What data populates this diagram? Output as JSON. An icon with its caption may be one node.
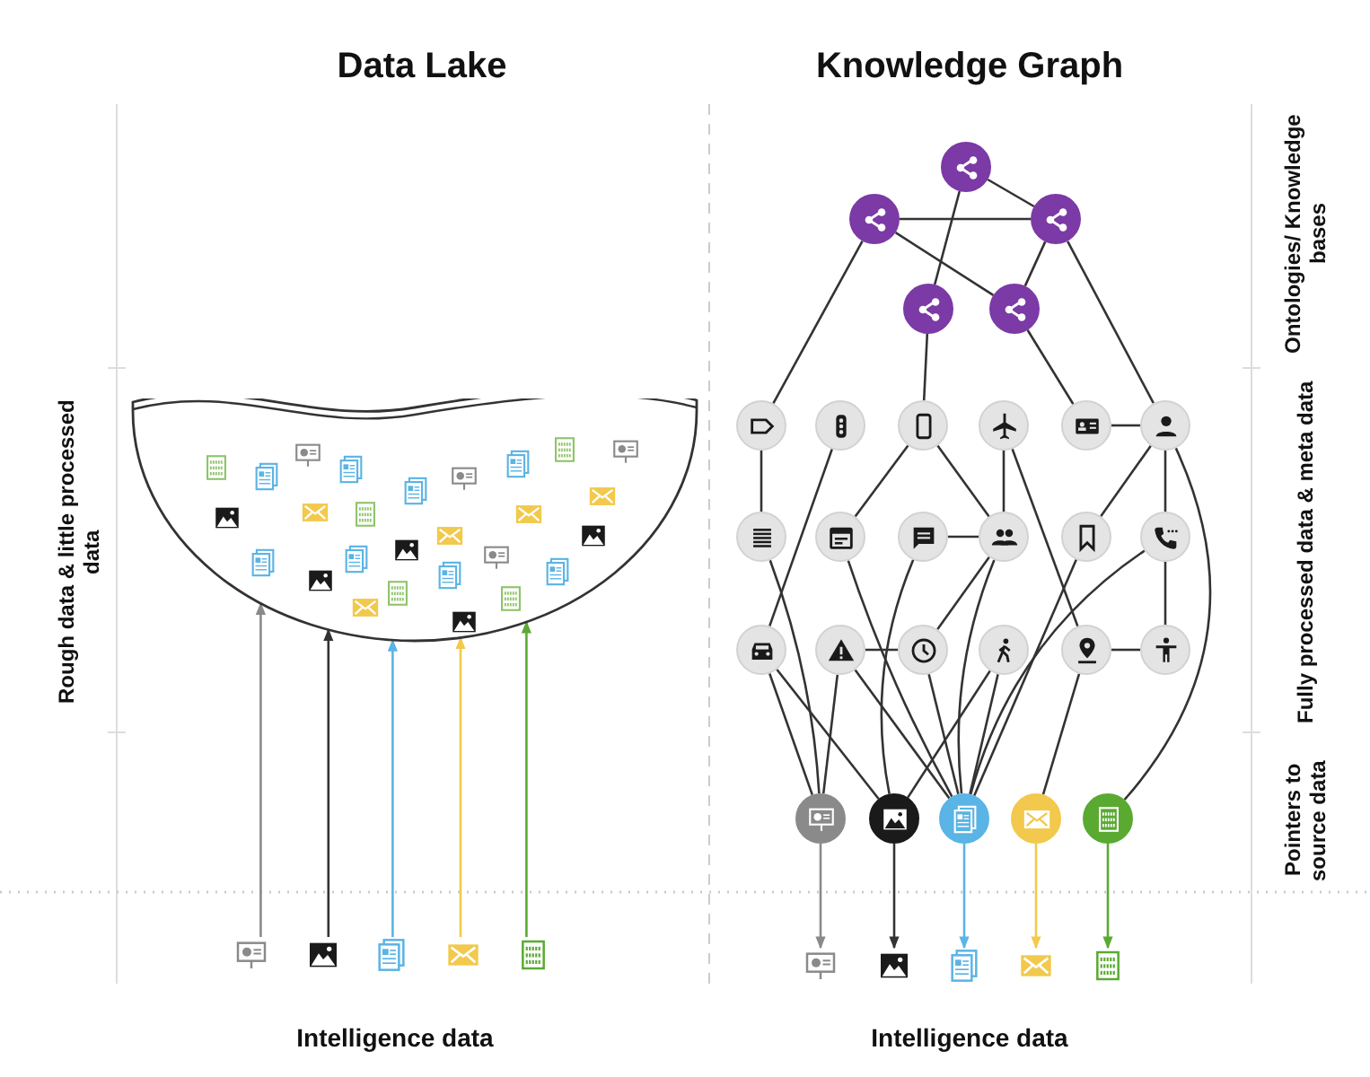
{
  "diagram": {
    "nodes": [
      {
        "text": [],
        "shape": "picture"
      },
      {
        "text": [],
        "shape": "picture"
      },
      {
        "text": [],
        "shape": "picture"
      },
      {
        "text": [],
        "shape": "picture"
      },
      {
        "text": [],
        "shape": "picture"
      },
      {
        "text": [],
        "shape": "picture"
      },
      {
        "text": [],
        "shape": "circle"
      },
      {
        "text": [],
        "shape": "circle"
      },
      {
        "text": [],
        "shape": "circle"
      },
      {
        "text": [],
        "shape": "circle"
      },
      {
        "text": [],
        "shape": "circle"
      },
      {
        "text": [],
        "shape": "circle"
      },
      {
        "text": [],
        "shape": "circle"
      },
      {
        "text": [],
        "shape": "circle"
      },
      {
        "text": [],
        "shape": "circle"
      },
      {
        "text": [],
        "shape": "circle"
      },
      {
        "text": [],
        "shape": "circle"
      },
      {
        "text": [],
        "shape": "circle"
      },
      {
        "text": [],
        "shape": "circle"
      },
      {
        "text": [],
        "shape": "circle"
      },
      {
        "text": [],
        "shape": "circle"
      },
      {
        "text": [],
        "shape": "circle"
      },
      {
        "text": [],
        "shape": "circle"
      },
      {
        "text": [],
        "shape": "circle"
      },
      {
        "text": [],
        "shape": "circle"
      },
      {
        "text": [],
        "shape": "circle"
      },
      {
        "text": [],
        "shape": "circle"
      },
      {
        "text": [],
        "shape": "circle"
      },
      {
        "text": [],
        "shape": "circle"
      },
      {
        "text": [],
        "shape": "circle"
      },
      {
        "text": [],
        "shape": "circle"
      },
      {
        "text": [],
        "shape": "circle"
      },
      {
        "text": [],
        "shape": "circle"
      },
      {
        "text": [],
        "shape": "circle"
      },
      {
        "text": [],
        "shape": "picture"
      },
      {
        "text": [],
        "shape": "picture"
      },
      {
        "text": [],
        "shape": "picture"
      },
      {
        "text": [],
        "shape": "picture"
      },
      {
        "text": [],
        "shape": "picture"
      }
    ],
    "edges": [
      {
        "from": 1,
        "to": 0,
        "arrow": "to",
        "color": "#8a8a8a"
      },
      {
        "from": 2,
        "to": 0,
        "arrow": "to"
      },
      {
        "from": 3,
        "to": 0,
        "arrow": "to",
        "color": "#5ab4e5"
      },
      {
        "from": 4,
        "to": 0,
        "arrow": "to",
        "color": "#f2c94c"
      },
      {
        "from": 5,
        "to": 0,
        "arrow": "to",
        "color": "#5aaa32"
      },
      {
        "from": 6,
        "to": 8,
        "arrow": "none"
      },
      {
        "from": 6,
        "to": 9,
        "arrow": "none"
      },
      {
        "from": 7,
        "to": 8,
        "arrow": "none"
      },
      {
        "from": 7,
        "to": 10,
        "arrow": "none"
      },
      {
        "from": 8,
        "to": 10,
        "arrow": "none"
      },
      {
        "from": 7,
        "to": 11,
        "arrow": "none"
      },
      {
        "from": 9,
        "to": 13,
        "arrow": "none"
      },
      {
        "from": 10,
        "to": 15,
        "arrow": "none"
      },
      {
        "from": 8,
        "to": 16,
        "arrow": "none"
      },
      {
        "from": 15,
        "to": 16,
        "arrow": "none"
      },
      {
        "from": 11,
        "to": 17,
        "arrow": "none"
      },
      {
        "from": 12,
        "to": 23,
        "arrow": "none"
      },
      {
        "from": 13,
        "to": 18,
        "arrow": "none"
      },
      {
        "from": 13,
        "to": 20,
        "arrow": "none"
      },
      {
        "from": 14,
        "to": 20,
        "arrow": "none"
      },
      {
        "from": 14,
        "to": 27,
        "arrow": "none"
      },
      {
        "from": 16,
        "to": 21,
        "arrow": "none"
      },
      {
        "from": 16,
        "to": 22,
        "arrow": "none"
      },
      {
        "from": 16,
        "to": 33,
        "arrow": "none"
      },
      {
        "from": 17,
        "to": 29,
        "arrow": "none"
      },
      {
        "from": 18,
        "to": 31,
        "arrow": "none"
      },
      {
        "from": 19,
        "to": 20,
        "arrow": "none"
      },
      {
        "from": 19,
        "to": 30,
        "arrow": "none"
      },
      {
        "from": 20,
        "to": 25,
        "arrow": "none"
      },
      {
        "from": 20,
        "to": 31,
        "arrow": "none"
      },
      {
        "from": 21,
        "to": 31,
        "arrow": "none"
      },
      {
        "from": 22,
        "to": 28,
        "arrow": "none"
      },
      {
        "from": 22,
        "to": 31,
        "arrow": "none"
      },
      {
        "from": 23,
        "to": 29,
        "arrow": "none"
      },
      {
        "from": 23,
        "to": 30,
        "arrow": "none"
      },
      {
        "from": 24,
        "to": 29,
        "arrow": "none"
      },
      {
        "from": 24,
        "to": 25,
        "arrow": "none"
      },
      {
        "from": 24,
        "to": 31,
        "arrow": "none"
      },
      {
        "from": 25,
        "to": 31,
        "arrow": "none"
      },
      {
        "from": 26,
        "to": 30,
        "arrow": "none"
      },
      {
        "from": 26,
        "to": 31,
        "arrow": "none"
      },
      {
        "from": 27,
        "to": 32,
        "arrow": "none"
      },
      {
        "from": 27,
        "to": 28,
        "arrow": "none"
      },
      {
        "from": 29,
        "to": 34,
        "arrow": "to",
        "color": "#8a8a8a"
      },
      {
        "from": 30,
        "to": 35,
        "arrow": "to"
      },
      {
        "from": 31,
        "to": 36,
        "arrow": "to",
        "color": "#5ab4e5"
      },
      {
        "from": 32,
        "to": 37,
        "arrow": "to",
        "color": "#f2c94c"
      },
      {
        "from": 33,
        "to": 38,
        "arrow": "to",
        "color": "#5aaa32"
      }
    ],
    "labels": [
      "Data Lake",
      "Knowledge Graph",
      "Ontologies/ Knowledge bases",
      "Rough data & little processed data",
      "Fully processed data & meta data",
      "Pointers to source data",
      "Intelligence data",
      "Intelligence data"
    ]
  }
}
